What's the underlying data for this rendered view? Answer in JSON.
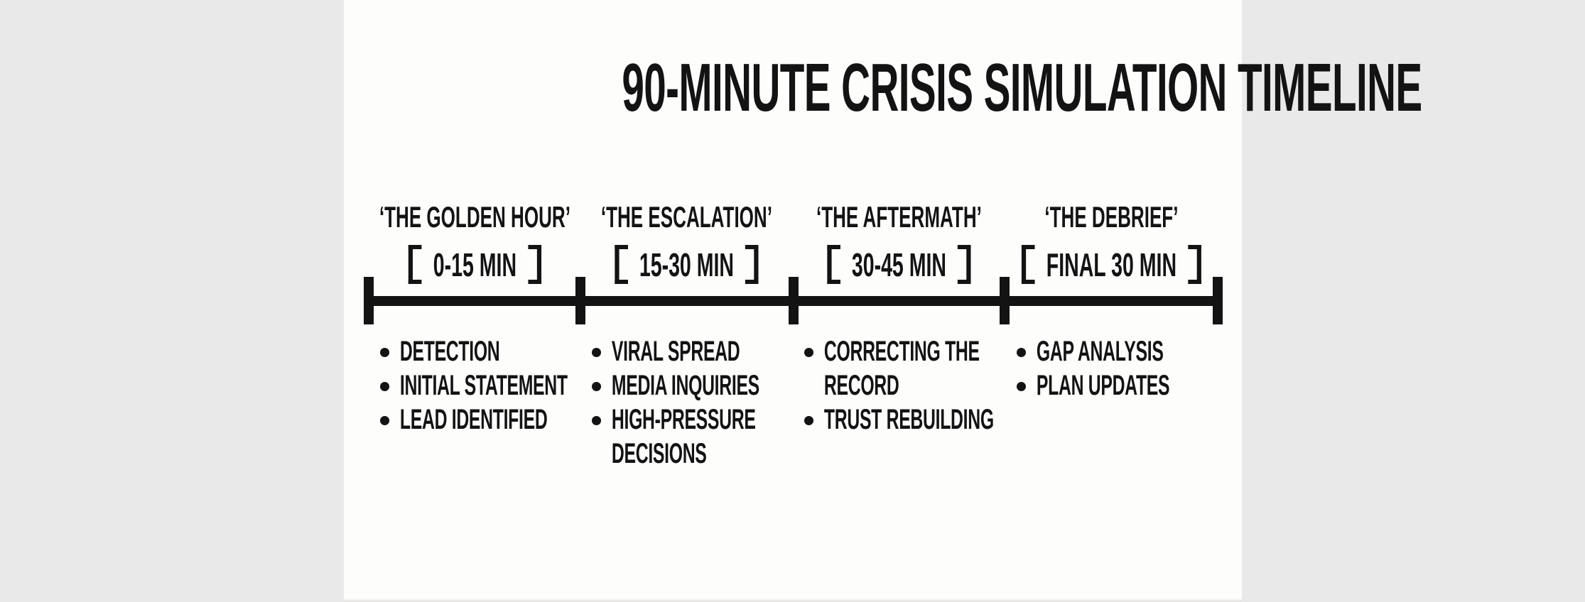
{
  "title": "90-MINUTE CRISIS SIMULATION TIMELINE",
  "colors": {
    "ink": "#131313",
    "background": "#fdfdfc"
  },
  "timeline": {
    "segments": 4,
    "tick_count": 5
  },
  "phases": [
    {
      "name": "‘THE GOLDEN HOUR’",
      "time": "0-15 MIN",
      "items": [
        "DETECTION",
        "INITIAL STATEMENT",
        "LEAD IDENTIFIED"
      ]
    },
    {
      "name": "‘THE ESCALATION’",
      "time": "15-30 MIN",
      "items": [
        "VIRAL SPREAD",
        "MEDIA INQUIRIES",
        "HIGH-PRESSURE DECISIONS"
      ]
    },
    {
      "name": "‘THE AFTERMATH’",
      "time": "30-45 MIN",
      "items": [
        "CORRECTING THE RECORD",
        "TRUST REBUILDING"
      ]
    },
    {
      "name": "‘THE DEBRIEF’",
      "time": "FINAL 30 MIN",
      "items": [
        "GAP ANALYSIS",
        "PLAN UPDATES"
      ]
    }
  ]
}
